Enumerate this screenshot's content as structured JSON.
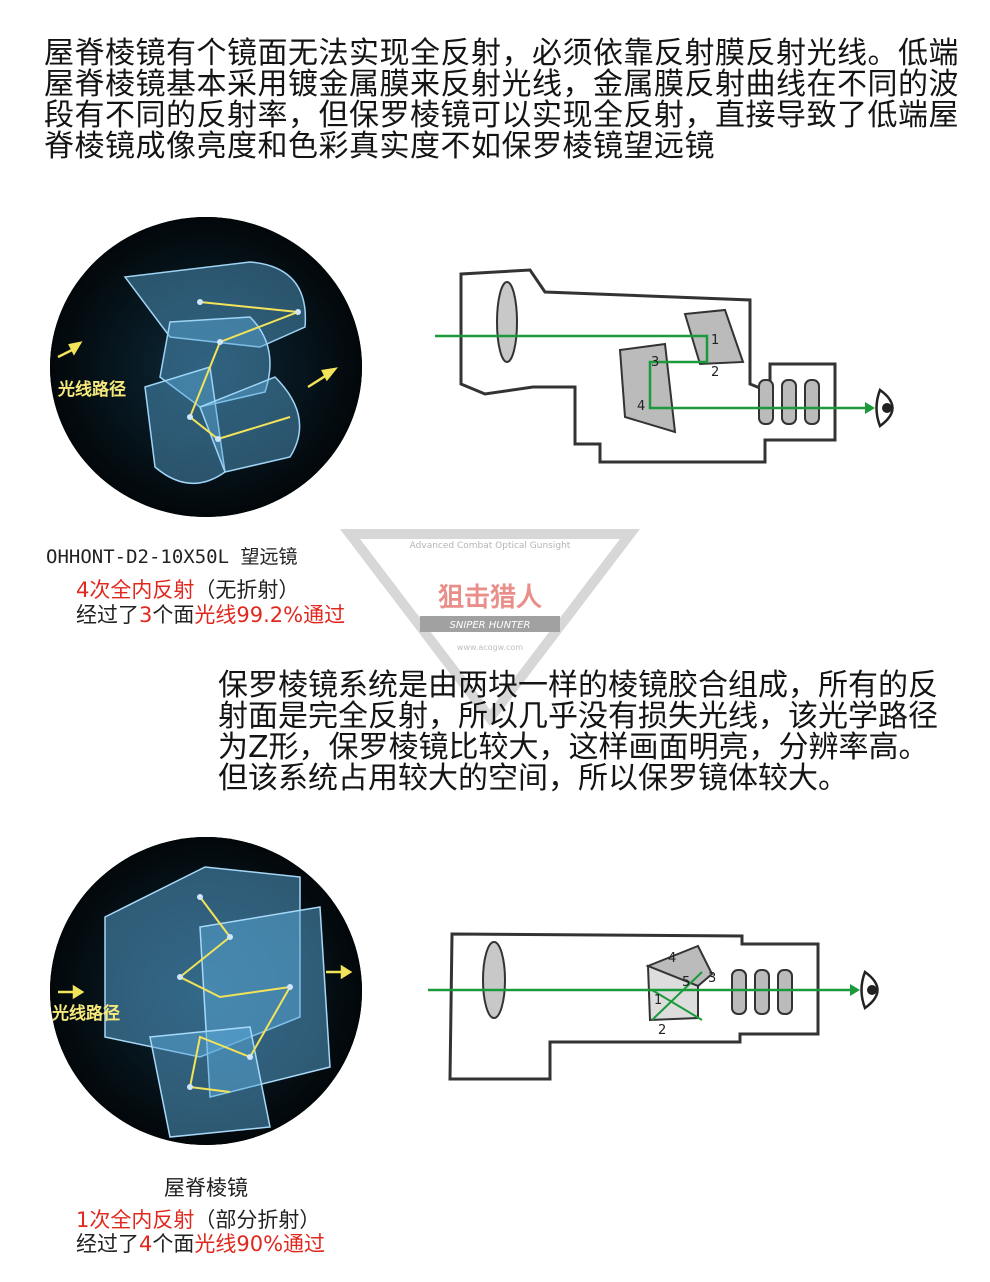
{
  "intro_text": "屋脊棱镜有个镜面无法实现全反射，必须依靠反射膜反射光线。低端屋脊棱镜基本采用镀金属膜来反射光线，金属膜反射曲线在不同的波段有不同的反射率，但保罗棱镜可以实现全反射，直接导致了低端屋脊棱镜成像亮度和色彩真实度不如保罗棱镜望远镜",
  "photo1": {
    "label": "光线路径"
  },
  "photo2": {
    "label": "光线路径"
  },
  "diagram1": {
    "labels": [
      "1",
      "2",
      "3",
      "4"
    ]
  },
  "diagram2": {
    "labels": [
      "1",
      "2",
      "3",
      "4",
      "5"
    ]
  },
  "model_caption": "OHHONT-D2-10X50L 望远镜",
  "porro_caption": {
    "line1_red": "4次全内反射",
    "line1_rest": "（无折射）",
    "line2_prefix": "经过了",
    "line2_num": "3",
    "line2_mid": "个面",
    "line2_red": "光线99.2%通过"
  },
  "porro_text": "保罗棱镜系统是由两块一样的棱镜胶合组成，所有的反射面是完全反射，所以几乎没有损失光线，该光学路径为Z形，保罗棱镜比较大，这样画面明亮，分辨率高。但该系统占用较大的空间，所以保罗镜体较大。",
  "roof_title": "屋脊棱镜",
  "roof_caption": {
    "line1_red": "1次全内反射",
    "line1_rest": "（部分折射）",
    "line2_prefix": "经过了",
    "line2_num": "4",
    "line2_mid": "个面",
    "line2_red": "光线90%通过"
  },
  "watermark": {
    "arc_text": "Advanced Combat Optical Gunsight",
    "cn": "狙击猎人",
    "en": "SNIPER HUNTER",
    "site": "www.acogw.com"
  },
  "colors": {
    "red": "#e0281f",
    "green": "#1a9a3a",
    "prism_blue": "#6fb4e0",
    "path_yellow": "#f2e35a"
  }
}
